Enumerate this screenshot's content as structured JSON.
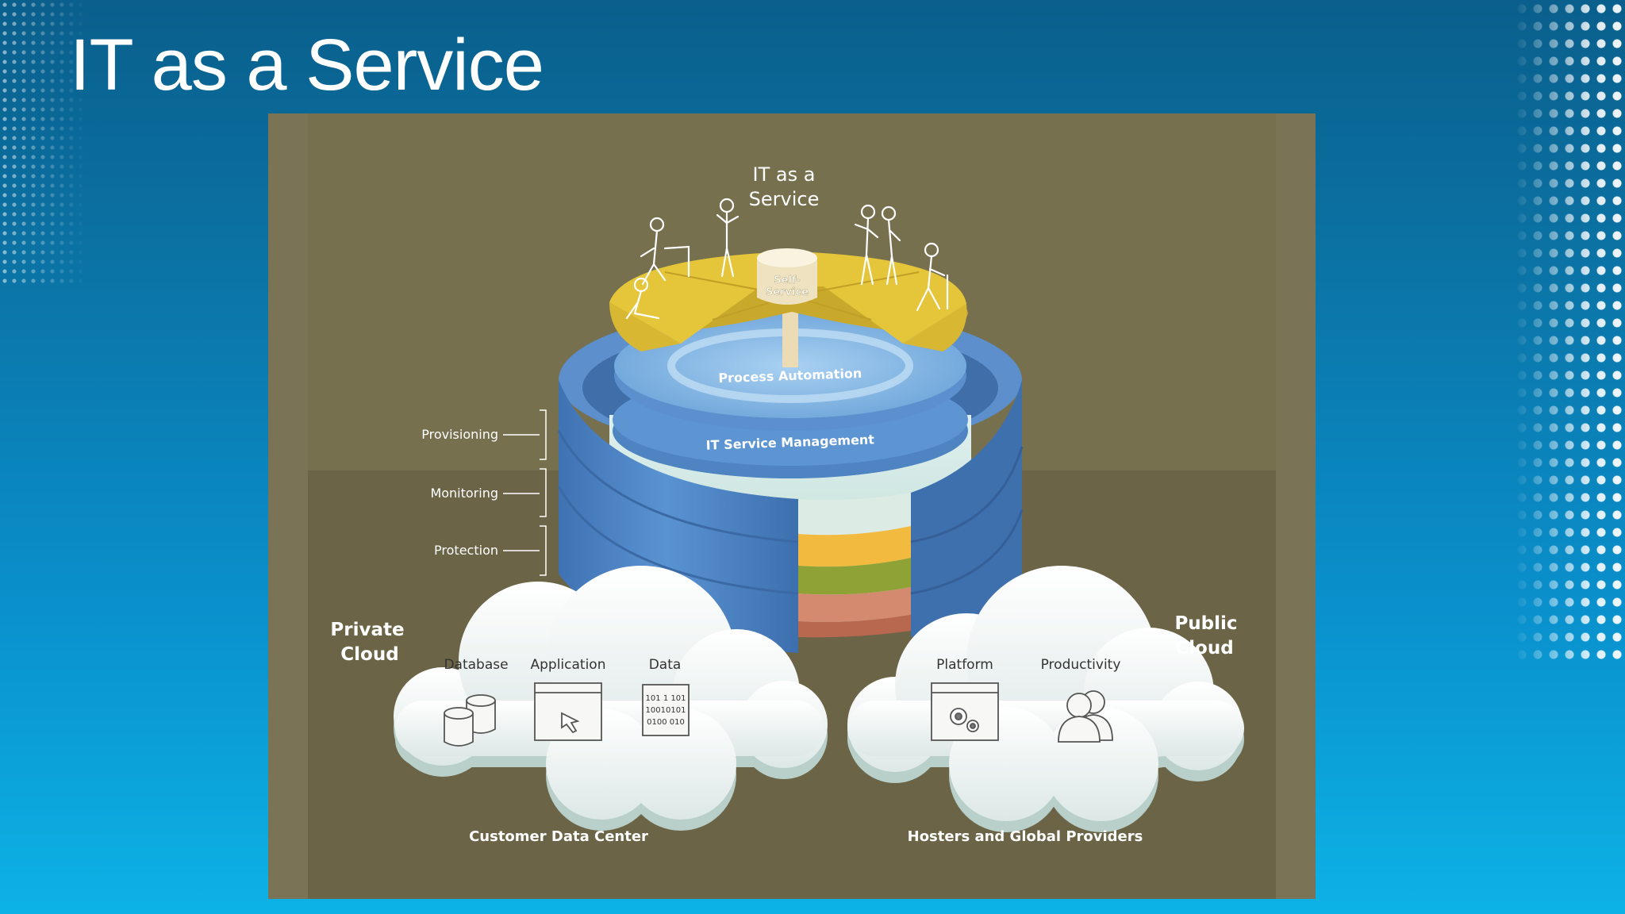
{
  "slide": {
    "title": "IT as a Service"
  },
  "diagram": {
    "top_title_line1": "IT as a",
    "top_title_line2": "Service",
    "self_service_line1": "Self-",
    "self_service_line2": "Service",
    "process_automation": "Process Automation",
    "it_service_management": "IT Service Management",
    "side_labels": [
      "Provisioning",
      "Monitoring",
      "Protection"
    ],
    "private_cloud": {
      "title_line1": "Private",
      "title_line2": "Cloud",
      "items": [
        "Database",
        "Application",
        "Data"
      ],
      "data_binary": [
        "101 1 101",
        "10010101",
        "0100 010"
      ],
      "caption": "Customer Data Center"
    },
    "public_cloud": {
      "title_line1": "Public",
      "title_line2": "Cloud",
      "items": [
        "Platform",
        "Productivity"
      ],
      "caption": "Hosters and Global Providers"
    },
    "colors": {
      "panel_background": "#736c4f",
      "platter_yellow": "#e5c53a",
      "cylinder_blue": "#4f86c6",
      "inner_blue": "#7fb2e0",
      "cloud_white": "#f2f6f5"
    }
  }
}
